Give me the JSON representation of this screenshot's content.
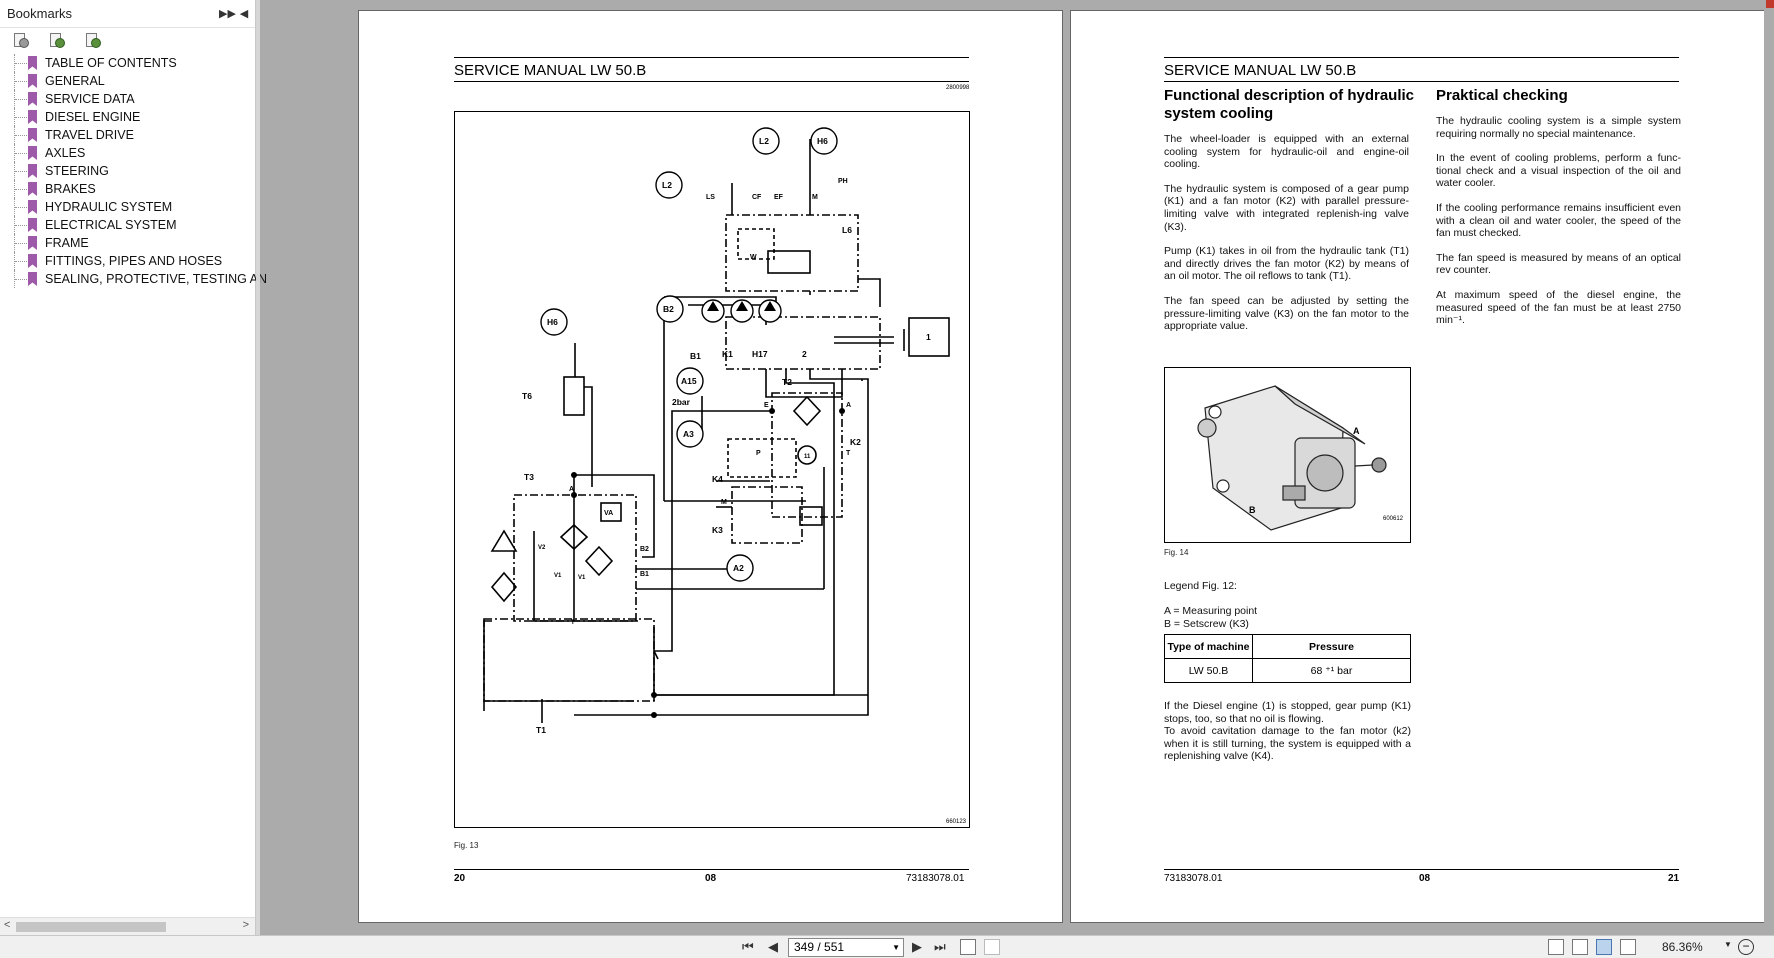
{
  "sidebar": {
    "title": "Bookmarks",
    "expand_glyph": "▶▶",
    "collapse_glyph": "◀",
    "tools": [
      "bookmark-options-icon",
      "expand-bookmark-icon",
      "add-bookmark-icon"
    ],
    "items": [
      {
        "label": "TABLE OF CONTENTS"
      },
      {
        "label": "GENERAL"
      },
      {
        "label": "SERVICE DATA"
      },
      {
        "label": "DIESEL ENGINE"
      },
      {
        "label": "TRAVEL DRIVE"
      },
      {
        "label": "AXLES"
      },
      {
        "label": "STEERING"
      },
      {
        "label": "BRAKES"
      },
      {
        "label": "HYDRAULIC SYSTEM"
      },
      {
        "label": "ELECTRICAL SYSTEM"
      },
      {
        "label": "FRAME"
      },
      {
        "label": "FITTINGS, PIPES AND HOSES"
      },
      {
        "label": "SEALING, PROTECTIVE, TESTING AN"
      }
    ]
  },
  "left_page": {
    "header": "SERVICE MANUAL LW 50.B",
    "code": "2800998",
    "diagram_code": "660123",
    "fig_caption": "Fig. 13",
    "footer_left": "20",
    "footer_center": "08",
    "footer_right": "73183078.01",
    "diagram_labels": {
      "L2a": "L2",
      "H6a": "H6",
      "L2b": "L2",
      "PH": "PH",
      "LS": "LS",
      "CF": "CF",
      "EF": "EF",
      "M": "M",
      "W": "W",
      "L6": "L6",
      "B2": "B2",
      "one": "1",
      "B1": "B1",
      "K1": "K1",
      "H17": "H17",
      "two": "2",
      "H6b": "H6",
      "T6": "T6",
      "A15": "A15",
      "T2": "T2",
      "bar": "2bar",
      "E": "E",
      "A": "A",
      "A3": "A3",
      "K2": "K2",
      "P": "P",
      "T": "T",
      "eleven": "11",
      "K4": "K4",
      "M2": "M",
      "K3": "K3",
      "T3": "T3",
      "A4": "A",
      "VA": "VA",
      "V2": "V2",
      "V1": "V1",
      "V1b": "V1",
      "B2b": "B2",
      "B1b": "B1",
      "A2": "A2",
      "T4": "T",
      "T1": "T1"
    }
  },
  "right_page": {
    "header": "SERVICE MANUAL LW 50.B",
    "section1_title": "Functional description of hydraulic system cooling",
    "section1_paragraphs": [
      "The wheel-loader is equipped with an external cooling system for hydraulic-oil and engine-oil cooling.",
      "The hydraulic system is composed of a gear pump (K1) and a fan motor (K2) with parallel pressure-limiting valve with integrated replenish-ing valve (K3).",
      "Pump (K1) takes in oil from the hydraulic tank (T1) and directly drives the fan motor (K2) by means of an oil motor. The oil reflows to tank (T1).",
      "The fan speed can be adjusted by setting the pressure-limiting valve (K3) on the fan motor to the appropriate value."
    ],
    "section2_title": "Praktical checking",
    "section2_paragraphs": [
      "The hydraulic cooling system is a simple system requiring normally no special maintenance.",
      "In the event of cooling problems, perform a func-tional check and a visual inspection of the oil and water cooler.",
      "If the cooling performance remains insufficient even with a clean oil and water cooler, the speed of the fan must checked.",
      "The fan speed is measured by means of an optical rev counter.",
      "At maximum speed of the diesel engine, the measured speed of the fan must be at least 2750 min⁻¹."
    ],
    "fig_label_A": "A",
    "fig_label_B": "B",
    "fig_code": "600612",
    "fig_caption": "Fig. 14",
    "legend_title": "Legend Fig. 12:",
    "legend_lines": [
      "A = Measuring point",
      "B = Setscrew (K3)"
    ],
    "table": {
      "headers": [
        "Type of machine",
        "Pressure"
      ],
      "rows": [
        [
          "LW 50.B",
          "68 ⁺¹ bar"
        ]
      ]
    },
    "bottom_paragraphs": [
      "If the Diesel engine (1) is stopped, gear pump (K1) stops, too, so that no oil is flowing.",
      "To avoid cavitation damage to the fan motor (k2) when it is still turning, the system is equipped with a replenishing valve (K4)."
    ],
    "footer_left": "73183078.01",
    "footer_center": "08",
    "footer_right": "21"
  },
  "toolbar": {
    "page_indicator": "349 / 551",
    "zoom": "86.36%",
    "first_glyph": "⏮",
    "prev_glyph": "◀",
    "next_glyph": "▶",
    "last_glyph": "⏭",
    "zoom_dd_glyph": "▼",
    "zoom_out_glyph": "−"
  },
  "colors": {
    "bookmark_flag": "#9d5aa8",
    "workspace": "#ababab"
  }
}
